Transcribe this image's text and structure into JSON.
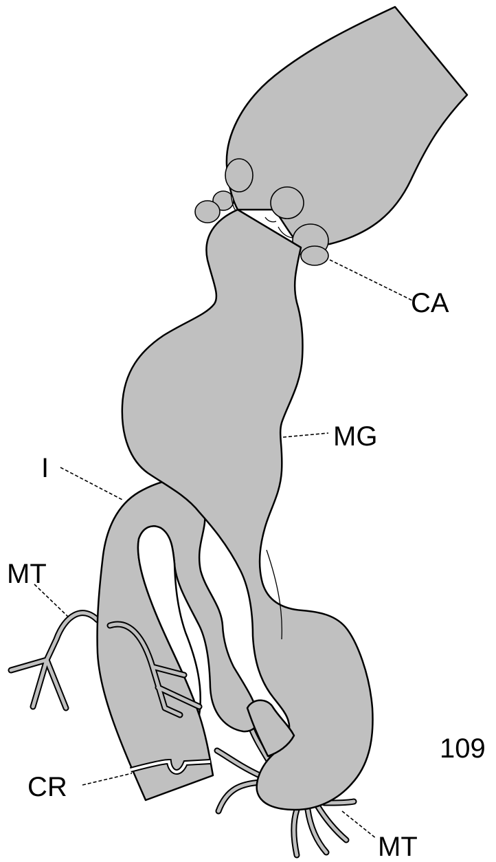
{
  "labels": {
    "crop": "CA",
    "midgut": "MG",
    "ileum": "I",
    "malpighian_upper": "MT",
    "malpighian_lower": "MT",
    "rectum": "CR"
  },
  "plate_number": "109",
  "colors": {
    "tissue_fill": "#c0c0c0",
    "outline": "#000000",
    "background": "#ffffff"
  }
}
